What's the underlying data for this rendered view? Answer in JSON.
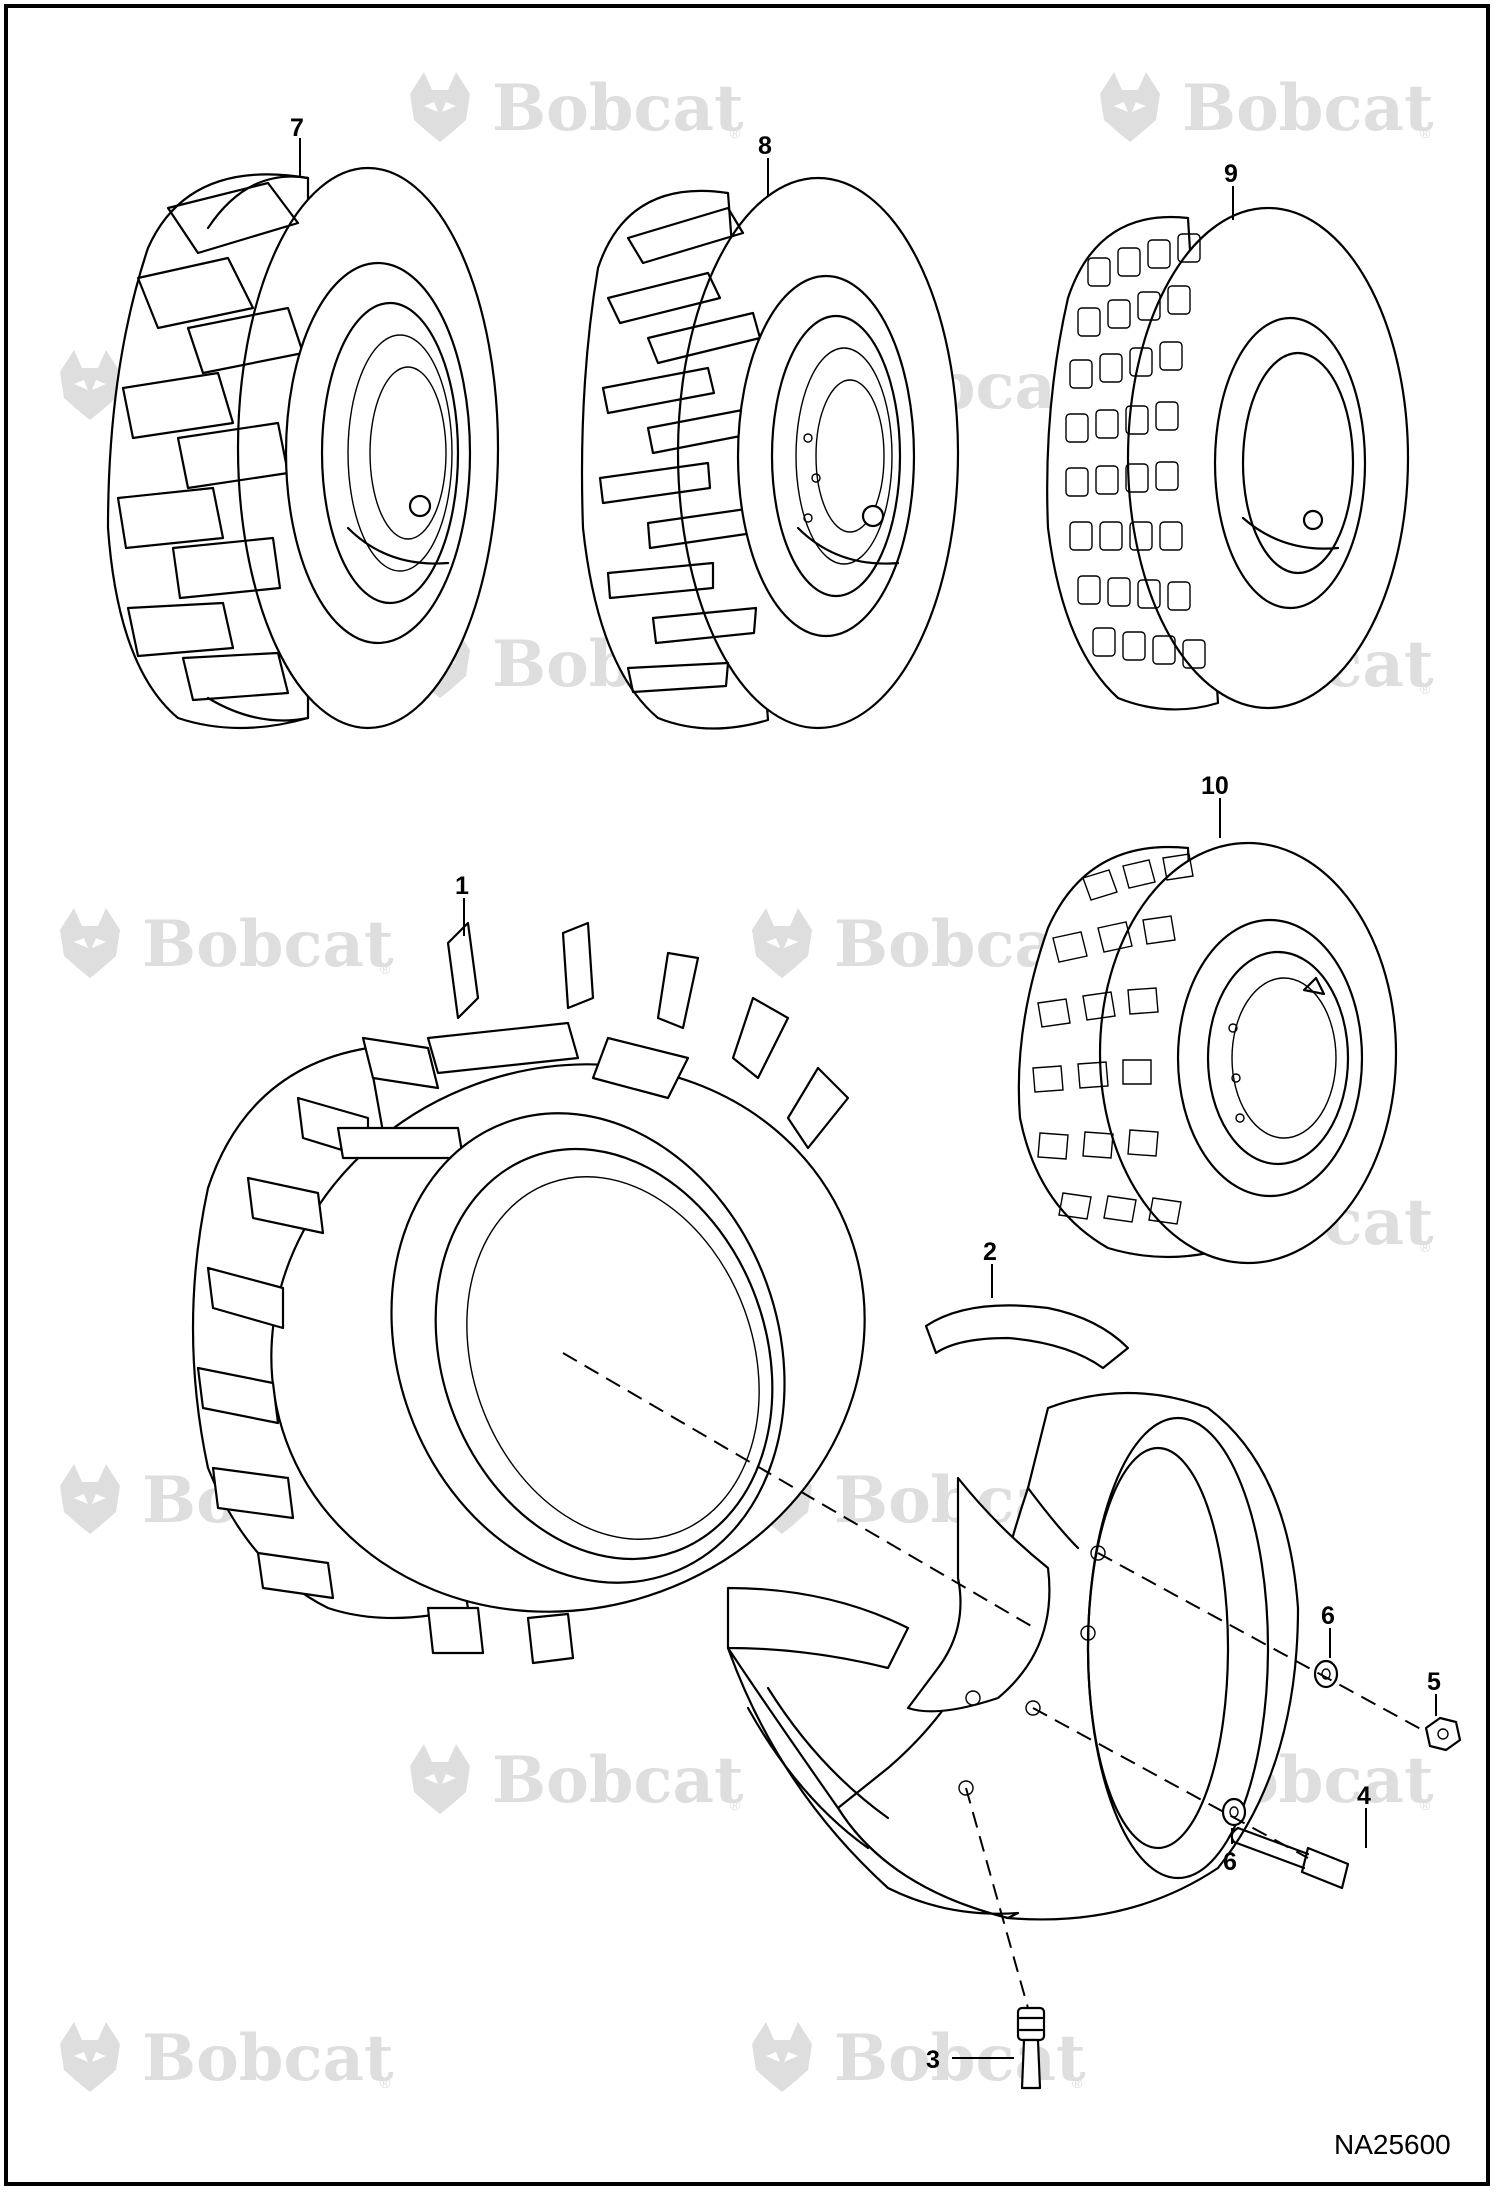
{
  "watermark": {
    "brand": "Bobcat",
    "registered_mark": "®"
  },
  "callouts": {
    "c1": "1",
    "c2": "2",
    "c3": "3",
    "c4": "4",
    "c5": "5",
    "c6a": "6",
    "c6b": "6",
    "c7": "7",
    "c8": "8",
    "c9": "9",
    "c10": "10"
  },
  "drawing_id": "NA25600",
  "colors": {
    "line": "#000000",
    "watermark": "#dedede",
    "background": "#ffffff"
  }
}
